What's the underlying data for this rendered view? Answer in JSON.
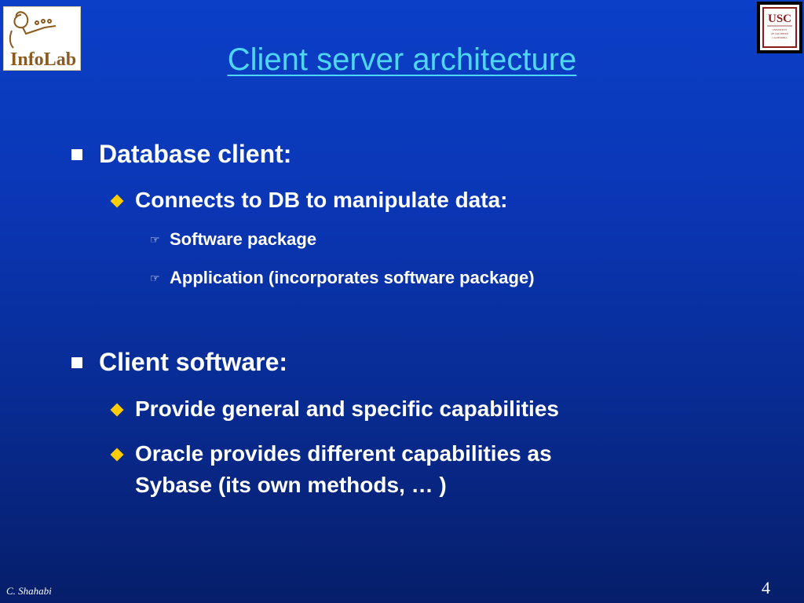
{
  "slide": {
    "title": "Client server architecture",
    "sections": [
      {
        "heading": "Database client:",
        "items": [
          {
            "text": "Connects to DB to manipulate data:",
            "subitems": [
              "Software package",
              "Application (incorporates software package)"
            ]
          }
        ]
      },
      {
        "heading": "Client software:",
        "items": [
          {
            "text": "Provide general and specific capabilities"
          },
          {
            "text_line1": "Oracle provides different capabilities as",
            "text_line2": "Sybase (its own methods, … )"
          }
        ]
      }
    ],
    "footer": {
      "author": "C. Shahabi",
      "page_number": "4"
    }
  },
  "logos": {
    "left": {
      "text": "InfoLab",
      "color": "#8b5a1e"
    },
    "right": {
      "text": "USC",
      "subtext": "UNIVERSITY OF SOUTHERN CALIFORNIA",
      "color": "#8b1b1b"
    }
  },
  "colors": {
    "background_top": "#0b3fc8",
    "background_bottom": "#061e6a",
    "title": "#4fd6f3",
    "bullet_level2": "#ffcc00",
    "text": "#ffffff"
  },
  "icons": {
    "level1_bullet": "square-bullet-icon",
    "level2_bullet": "diamond-bullet-icon",
    "level3_bullet": "pointing-hand-icon"
  }
}
